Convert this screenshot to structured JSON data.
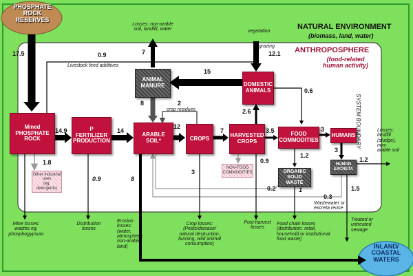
{
  "title": {
    "natural_env": "NATURAL ENVIRONMENT",
    "natural_env_sub": "(biomass, land, water)",
    "anthro": "ANTHROPOSPHERE",
    "anthro_sub_1": "(food-related",
    "anthro_sub_2": "human activity)",
    "system_boundary": "SYSTEM BOUNDARY"
  },
  "nodes": {
    "phosphate_rock_1": "PHOSPHATE",
    "phosphate_rock_2": "ROCK",
    "phosphate_rock_3": "RESERVES",
    "mined_1": "Mined",
    "mined_2": "PHOSPHATE",
    "mined_3": "ROCK",
    "fert_1": "P",
    "fert_2": "FERTILIZER",
    "fert_3": "PRODUCTION",
    "arable_1": "ARABLE",
    "arable_2": "SOIL*",
    "crops": "CROPS",
    "harvested_1": "HARVESTED",
    "harvested_2": "CROPS",
    "food_1": "FOOD",
    "food_2": "COMMODITIES",
    "humans": "HUMANS",
    "domestic_1": "DOMESTIC",
    "domestic_2": "ANIMALS",
    "manure_1": "ANIMAL",
    "manure_2": "MANURE",
    "organic_1": "ORGANIC",
    "organic_2": "SOLID WASTE",
    "excreta_1": "HUMAN",
    "excreta_2": "EXCRETA",
    "other_uses_1": "Other industrial",
    "other_uses_2": "uses",
    "other_uses_3": "(eg. detergents)",
    "nonfood_1": "NON-FOOD",
    "nonfood_2": "COMMODITIES",
    "inland_1": "INLAND/",
    "inland_2": "COASTAL",
    "inland_3": "WATERS"
  },
  "values": {
    "v17_5": "17.5",
    "v0_9_feed": "0.9",
    "v14_9": "14.9",
    "v14": "14",
    "v12": "12",
    "v7_crops": "7",
    "v3_5": "3.5",
    "v3_humans": "3",
    "v3_excreta": "3",
    "v1_2_excreta": "1.2",
    "v1_2_food": "1.2",
    "v1_5": "1.5",
    "v0_3": "0.3",
    "v0_2": "0.2",
    "v1_organic": "1",
    "v0_9_harvest": "0.9",
    "v0_9_dist": "0.9",
    "v1_8": "1.8",
    "v8_erosion": "8",
    "v8_manure": "8",
    "v7_losses": "7",
    "v15": "15",
    "v12_1": "12.1",
    "v2_6": "2.6",
    "v0_6": "0.6",
    "v2_residues": "2",
    "v3_crops": "3"
  },
  "labels": {
    "livestock_feed": "Livestock feed additives",
    "crop_residues": "crop residues",
    "grazing": "grazing",
    "vegetation": "vegetation",
    "losses_nonarable_1": "Losses: non-arable",
    "losses_nonarable_2": "soil, landfill, water",
    "losses_landfill_1": "Losses:",
    "losses_landfill_2": "landfill",
    "losses_landfill_3": "(sludge),",
    "losses_landfill_4": "non-",
    "losses_landfill_5": "arable soil",
    "mine_losses_1": "Mine losses:",
    "mine_losses_2": "wastes eg.",
    "mine_losses_3": "phosphogypsum",
    "dist_losses_1": "Distribution",
    "dist_losses_2": "losses",
    "erosion_1": "Erosion",
    "erosion_2": "losses:",
    "erosion_3": "(water,",
    "erosion_4": "atmosphere,",
    "erosion_5": "non-arable",
    "erosion_6": "land)",
    "crop_losses_1": "Crop losses:",
    "crop_losses_2": "(Pests/disease/",
    "crop_losses_3": "natural destruction,",
    "crop_losses_4": "burning, wild animal",
    "crop_losses_5": "consumption)",
    "post_harvest_1": "Post-harvest",
    "post_harvest_2": "losses",
    "food_chain_1": "Food chain losses",
    "food_chain_2": "(distribution, retail,",
    "food_chain_3": "household or institutional",
    "food_chain_4": "food waste)",
    "wastewater_1": "Wastewater or",
    "wastewater_2": "excreta reuse",
    "treated_1": "Treated or",
    "treated_2": "untreated",
    "treated_3": "sewage"
  },
  "colors": {
    "background": "#7ee05c",
    "node_red": "#c0123c",
    "title_red": "#a3123a",
    "rock": "#c08a55",
    "water": "#5ab4e6"
  }
}
